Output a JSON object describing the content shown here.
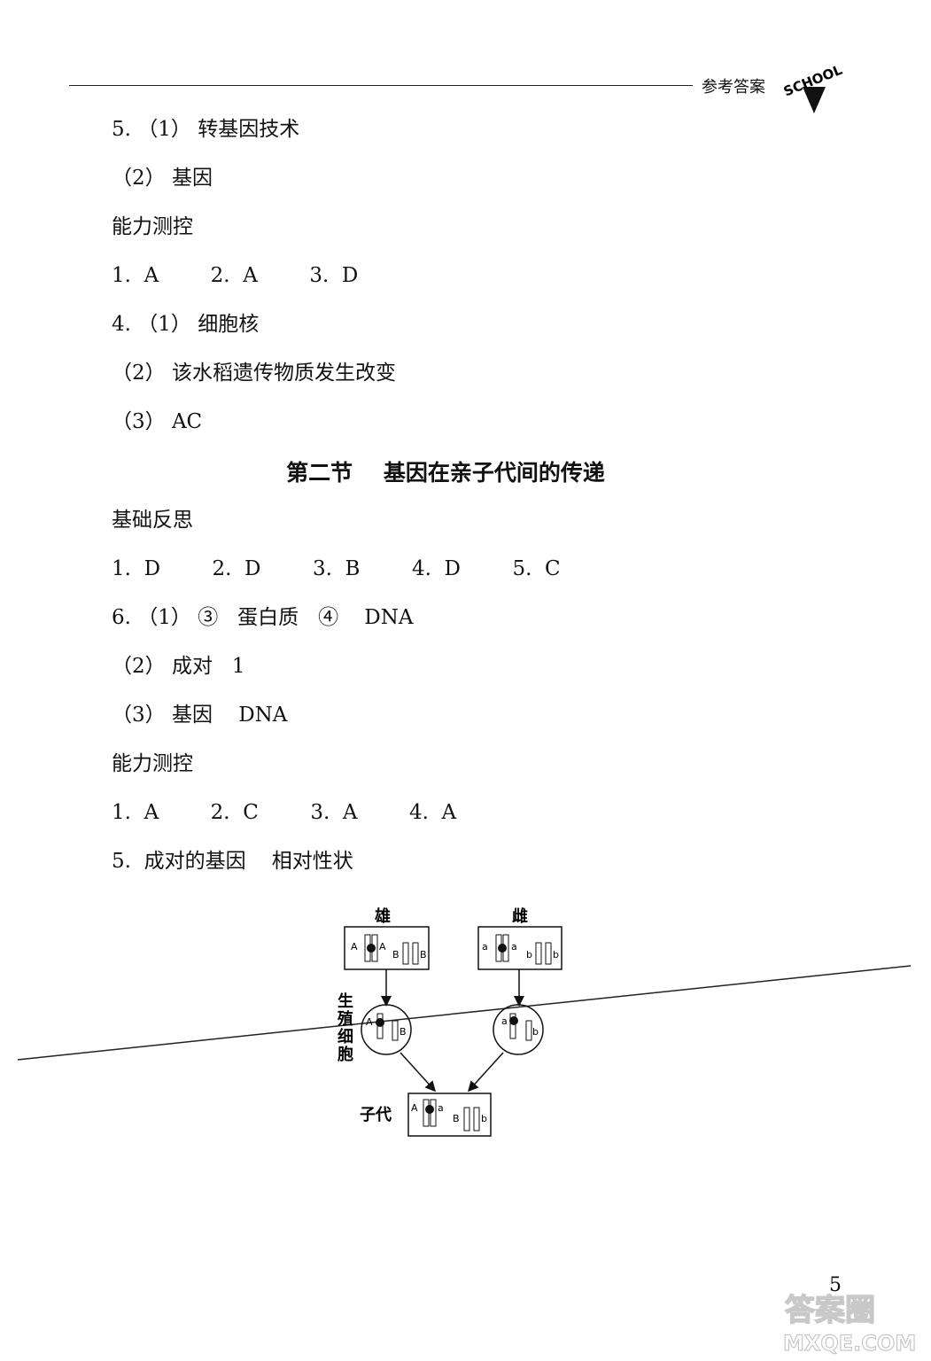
{
  "header": {
    "label": "参考答案",
    "logo_text": "SCHOOL"
  },
  "lines": [
    "5. （1） 转基因技术",
    "（2） 基因",
    "能力测控",
    "1.  A        2.  A        3.  D",
    "4. （1） 细胞核",
    "（2） 该水稻遗传物质发生改变",
    "（3） AC",
    "基础反思",
    "1.  D        2.  D        3.  B        4.  D        5.  C",
    "6. （1） ③   蛋白质   ④    DNA",
    "（2） 成对   1",
    "（3） 基因    DNA",
    "能力测控",
    "1.  A        2.  C        3.  A        4.  A",
    "5.  成对的基因    相对性状"
  ],
  "section_title": "第二节    基因在亲子代间的传递",
  "diagram": {
    "male_label": "雄",
    "female_label": "雌",
    "germ_cell_label": [
      "生",
      "殖",
      "细",
      "胞"
    ],
    "offspring_label": "子代",
    "male_genes": [
      "A",
      "A",
      "B",
      "B"
    ],
    "female_genes": [
      "a",
      "a",
      "b",
      "b"
    ],
    "male_gamete_genes": [
      "A",
      "B"
    ],
    "female_gamete_genes": [
      "a",
      "b"
    ],
    "offspring_genes": [
      "A",
      "a",
      "B",
      "b"
    ]
  },
  "page_number": "5",
  "watermark": {
    "top": "答案圈",
    "bottom": "MXQE.COM"
  }
}
